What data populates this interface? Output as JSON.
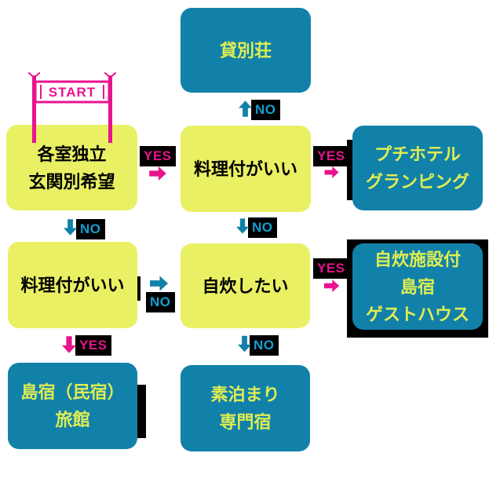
{
  "colors": {
    "teal": "#1181A9",
    "yellow_green": "#E9F063",
    "magenta": "#E8138D",
    "no_text": "#14A0D0",
    "node_text_yellow": "#E0ED52",
    "background": "#FFFFFF"
  },
  "start": {
    "label": "START"
  },
  "edge_labels": {
    "yes": "YES",
    "no": "NO"
  },
  "nodes": {
    "rental_villa": {
      "label": "貸別荘"
    },
    "separate_entrance": {
      "label": "各室独立\n玄関別希望"
    },
    "meals_included_center": {
      "label": "料理付がいい"
    },
    "petit_hotel_glamping": {
      "label": "プチホテル\nグランピング"
    },
    "meals_included_left": {
      "label": "料理付がいい"
    },
    "self_catering": {
      "label": "自炊したい"
    },
    "self_catering_guesthouse": {
      "label": "自炊施設付\n島宿\nゲストハウス"
    },
    "island_inn_ryokan": {
      "label": "島宿（民宿）\n旅館"
    },
    "no_meal_lodging": {
      "label": "素泊まり\n専門宿"
    }
  }
}
